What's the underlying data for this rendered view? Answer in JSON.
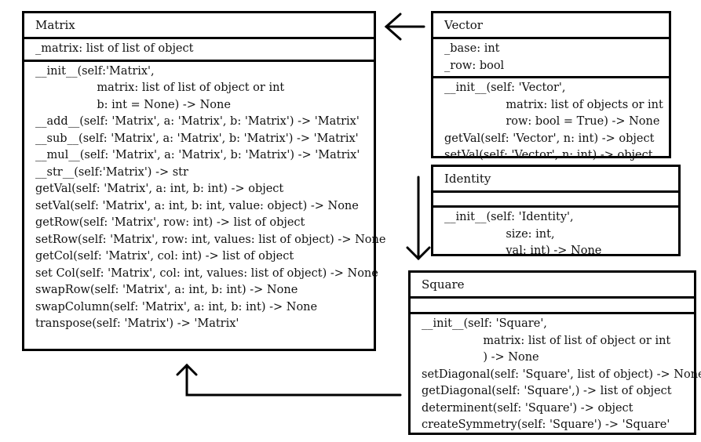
{
  "classes": {
    "matrix": {
      "name": "Matrix",
      "attributes": [
        "_matrix: list of list of object"
      ],
      "methods": [
        "__init__(self:'Matrix',",
        "                 matrix: list of list of object or int",
        "                 b: int = None) -> None",
        "__add__(self: 'Matrix', a: 'Matrix', b: 'Matrix') -> 'Matrix'",
        "__sub__(self: 'Matrix', a: 'Matrix', b: 'Matrix') -> 'Matrix'",
        "__mul__(self: 'Matrix', a: 'Matrix', b: 'Matrix') -> 'Matrix'",
        "__str__(self:'Matrix') -> str",
        "getVal(self: 'Matrix', a: int, b: int) -> object",
        "setVal(self: 'Matrix', a: int, b: int, value: object) -> None",
        "getRow(self: 'Matrix', row: int) -> list of object",
        "setRow(self: 'Matrix', row: int, values: list of object) -> None",
        "getCol(self: 'Matrix', col: int) -> list of object",
        "set Col(self: 'Matrix', col: int, values: list of object) -> None",
        "swapRow(self: 'Matrix', a: int, b: int) -> None",
        "swapColumn(self: 'Matrix', a: int, b: int) -> None",
        "transpose(self: 'Matrix') -> 'Matrix'"
      ]
    },
    "vector": {
      "name": "Vector",
      "attributes": [
        "_base: int",
        "_row: bool"
      ],
      "methods": [
        "__init__(self: 'Vector',",
        "                 matrix: list of objects or int",
        "                 row: bool = True) -> None",
        "getVal(self: 'Vector', n: int) -> object",
        "setVal(self: 'Vector', n: int) -> object"
      ]
    },
    "identity": {
      "name": "Identity",
      "attributes": [],
      "methods": [
        "__init__(self: 'Identity',",
        "                 size: int,",
        "                 val: int) -> None"
      ]
    },
    "square": {
      "name": "Square",
      "attributes": [],
      "methods": [
        "__init__(self: 'Square',",
        "                 matrix: list of list of object or int",
        "                 ) -> None",
        "setDiagonal(self: 'Square', list of object) -> None",
        "getDiagonal(self: 'Square',) -> list of object",
        "determinent(self: 'Square') -> object",
        "createSymmetry(self: 'Square') -> 'Square'"
      ]
    }
  }
}
